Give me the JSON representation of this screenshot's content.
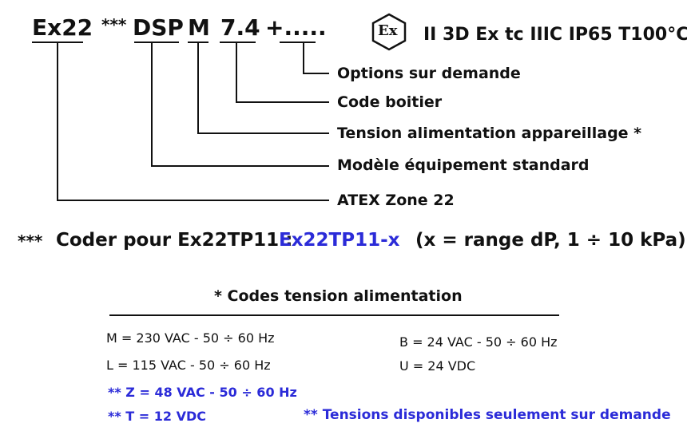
{
  "code": {
    "part1": "Ex22",
    "stars": "***",
    "part2": "DSP",
    "part3": "M",
    "part4": "7.4",
    "part5": "+.....",
    "cert_symbol": "Ex",
    "certification": "II 3D Ex tc IIIC IP65 T100°C"
  },
  "labels": {
    "options": "Options sur demande",
    "boitier": "Code boitier",
    "tension": "Tension alimentation appareillage *",
    "modele": "Modèle équipement standard",
    "atex": "ATEX Zone 22"
  },
  "note": {
    "stars": "***",
    "text": "Coder pour Ex22TP11 :",
    "highlight": "Ex22TP11-x",
    "range": "(x = range dP, 1 ÷ 10 kPa)"
  },
  "tensions": {
    "title": "* Codes tension alimentation",
    "m": "M = 230 VAC - 50 ÷ 60 Hz",
    "l": "L = 115 VAC - 50 ÷ 60 Hz",
    "z": "** Z = 48 VAC - 50 ÷ 60 Hz",
    "t": "** T = 12 VDC",
    "b": "B = 24 VAC - 50 ÷ 60 Hz",
    "u": "U = 24 VDC",
    "on_demand": "** Tensions disponibles seulement sur demande"
  },
  "colors": {
    "accent": "#2b2bd8",
    "text": "#111111"
  }
}
